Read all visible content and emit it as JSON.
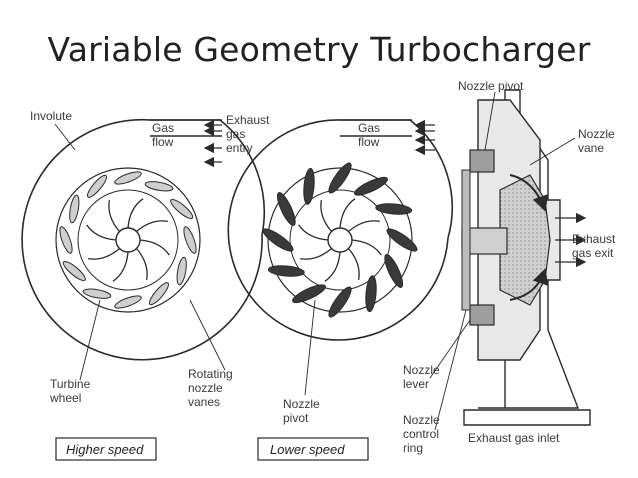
{
  "title": "Variable Geometry Turbocharger",
  "labels": {
    "involute": "Involute",
    "gas_flow_left": [
      "Gas",
      "flow"
    ],
    "exhaust_gas_entry": [
      "Exhaust",
      "gas",
      "entry"
    ],
    "gas_flow_right": [
      "Gas",
      "flow"
    ],
    "turbine_wheel": [
      "Turbine",
      "wheel"
    ],
    "rotating_nozzle_vanes": [
      "Rotating",
      "nozzle",
      "vanes"
    ],
    "nozzle_pivot_bottom": [
      "Nozzle",
      "pivot"
    ],
    "nozzle_pivot_top": "Nozzle pivot",
    "nozzle_vane": [
      "Nozzle",
      "vane"
    ],
    "exhaust_gas_exit": [
      "Exhaust",
      "gas exit"
    ],
    "nozzle_lever": [
      "Nozzle",
      "lever"
    ],
    "nozzle_control_ring": [
      "Nozzle",
      "control",
      "ring"
    ],
    "exhaust_gas_inlet": "Exhaust gas inlet"
  },
  "captions": {
    "higher_speed": "Higher speed",
    "lower_speed": "Lower speed"
  },
  "colors": {
    "ink": "#2a2a2a",
    "shade": "#bdbdbd",
    "housing": "#e4e4e4"
  }
}
